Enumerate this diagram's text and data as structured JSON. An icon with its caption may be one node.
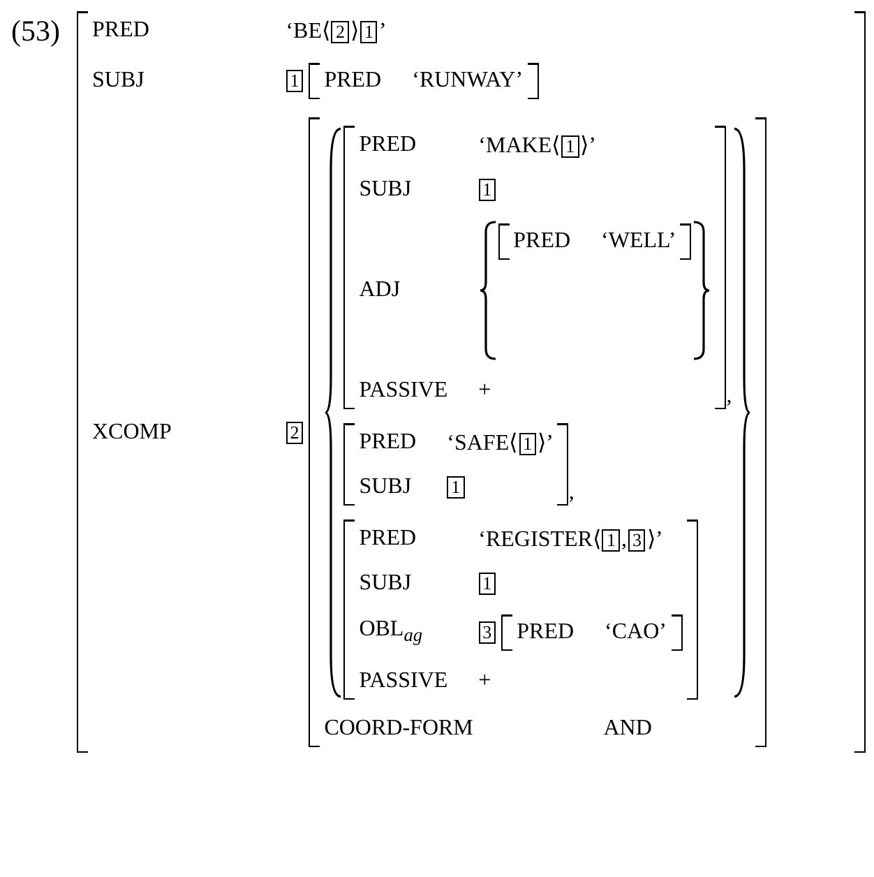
{
  "diagram": {
    "nodes": [
      {
        "text": [
          "PRED",
          "‘BE⟨2⟩1’",
          "SUBJ",
          "1",
          "XCOMP",
          "2"
        ]
      },
      {
        "text": [
          "PRED",
          "‘RUNWAY’"
        ],
        "in": 0
      },
      {
        "text": [
          "COORD-FORM",
          "AND"
        ],
        "in": 0
      },
      {
        "text": [
          "PRED",
          "‘MAKE⟨1⟩’",
          "SUBJ",
          "1",
          "ADJ",
          "PASSIVE",
          "+"
        ],
        "in": 2
      },
      {
        "text": [
          "PRED",
          "‘WELL’"
        ],
        "in": 3
      },
      {
        "text": [
          "PRED",
          "‘SAFE⟨1⟩’",
          "SUBJ",
          "1"
        ],
        "in": 2
      },
      {
        "text": [
          "PRED",
          "‘REGISTER⟨1,3⟩’",
          "SUBJ",
          "1",
          "OBL$_{ag}$",
          "3",
          "PASSIVE",
          "+"
        ],
        "in": 2
      },
      {
        "text": [
          "PRED",
          "‘CAO’"
        ],
        "in": 6
      }
    ],
    "labels": [
      "(53)",
      ",",
      ","
    ]
  }
}
